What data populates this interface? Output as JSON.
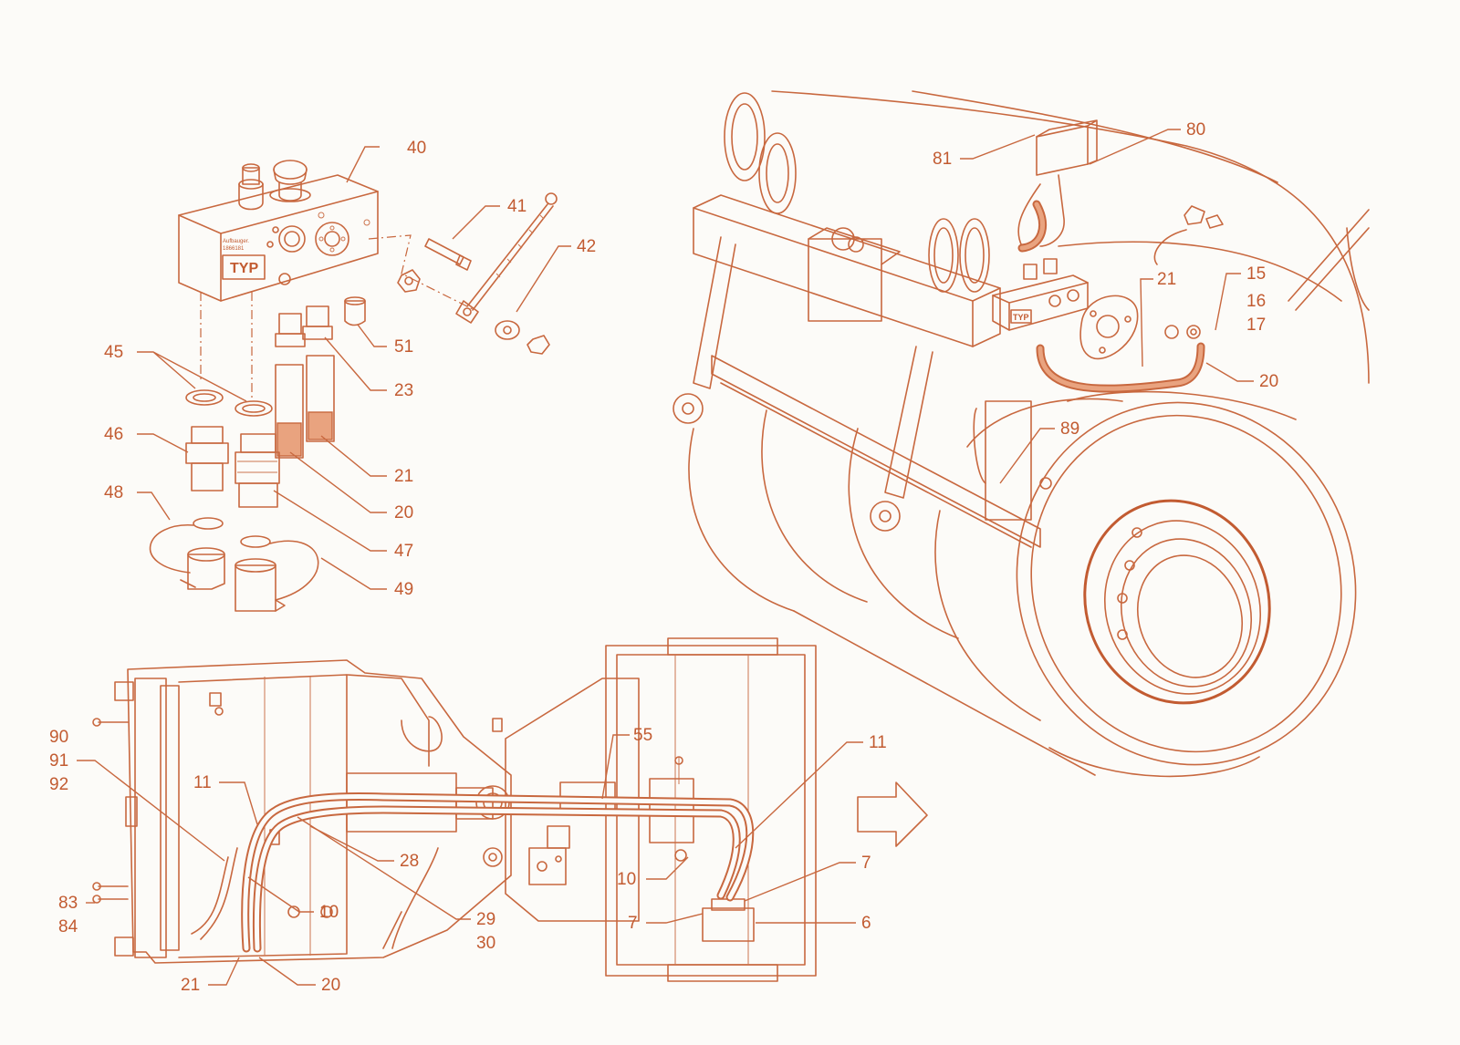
{
  "palette": {
    "line": "#c8683f",
    "background": "#fcfbf8",
    "hose_fill": "#e9a37f"
  },
  "detail_valve": {
    "plate_label": "TYP",
    "plate_maker": "Aufbauger.",
    "plate_number": "1866181",
    "callouts": {
      "c40": "40",
      "c41": "41",
      "c42": "42",
      "c45": "45",
      "c46": "46",
      "c48": "48",
      "c51": "51",
      "c23": "23",
      "c21": "21",
      "c20": "20",
      "c47": "47",
      "c49": "49"
    }
  },
  "detail_drum": {
    "plate_label": "TYP",
    "callouts": {
      "c81": "81",
      "c80": "80",
      "c21": "21",
      "c15": "15",
      "c16": "16",
      "c17": "17",
      "c20": "20",
      "c89": "89"
    }
  },
  "detail_plan": {
    "callouts": {
      "c90": "90",
      "c91": "91",
      "c92": "92",
      "c11a": "11",
      "c55": "55",
      "c11b": "11",
      "c28": "28",
      "c10a": "10",
      "c10b": "10",
      "c29": "29",
      "c30": "30",
      "c83": "83",
      "c84": "84",
      "c21": "21",
      "c20": "20",
      "c7a": "7",
      "c7b": "7",
      "c6": "6"
    }
  },
  "icons": {
    "direction": "outline-arrow-right"
  }
}
